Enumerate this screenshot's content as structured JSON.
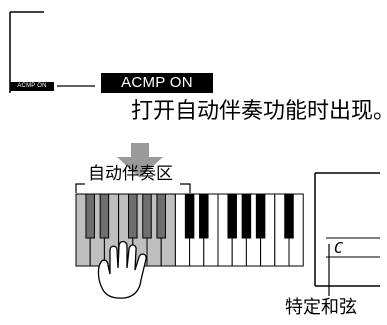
{
  "display": {
    "acmp_indicator_small": "ACMP ON",
    "acmp_indicator_large": "ACMP ON",
    "caption": "打开自动伴奏功能时出现。",
    "chord_display_text": "C"
  },
  "keyboard": {
    "zone_label": "自动伴奏区",
    "chord_label": "特定和弦",
    "white_key_count": 16,
    "zone_white_keys": 7
  },
  "colors": {
    "zone_fill": "#bfbfbf",
    "arrow_fill": "#9a9a9a",
    "line": "#000000"
  }
}
